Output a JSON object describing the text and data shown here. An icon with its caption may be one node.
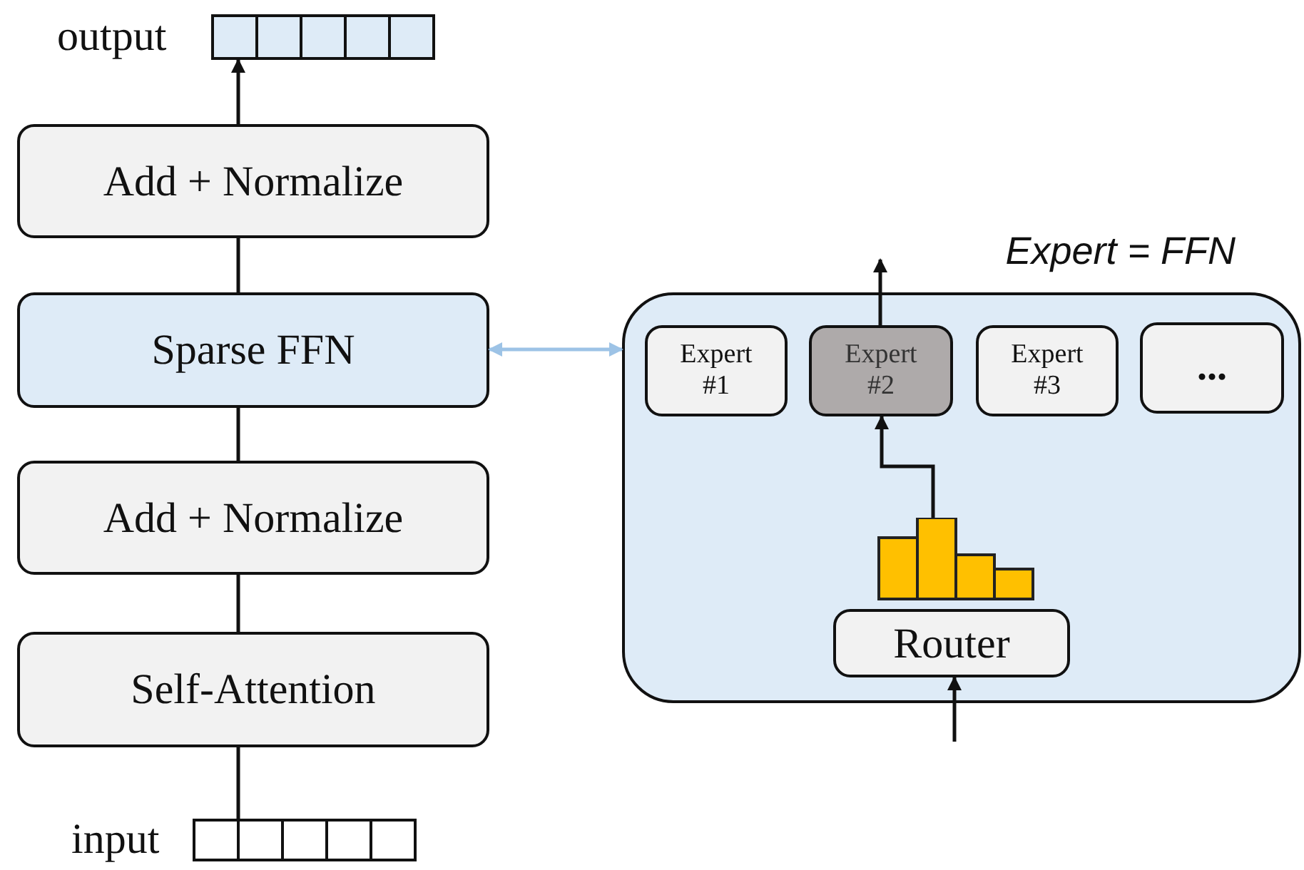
{
  "diagram": {
    "nodes": [
      {
        "text": [
          "output"
        ]
      },
      {
        "text": [
          "Add + Normalize"
        ]
      },
      {
        "text": [
          "Sparse FFN"
        ]
      },
      {
        "text": [
          "Add + Normalize"
        ]
      },
      {
        "text": [
          "Self-Attention"
        ]
      },
      {
        "text": [
          "input"
        ]
      },
      {
        "text": [
          "Expert = FFN"
        ]
      },
      {
        "text": [
          "Expert #1"
        ],
        "in": 6
      },
      {
        "text": [
          "Expert #2"
        ],
        "in": 6
      },
      {
        "text": [
          "Expert #3"
        ],
        "in": 6
      },
      {
        "text": [
          "..."
        ],
        "in": 6
      },
      {
        "text": [],
        "shape": "bar",
        "in": 6
      },
      {
        "text": [
          "Router"
        ],
        "in": 6
      }
    ],
    "edges": [
      {
        "from": 5,
        "to": 4,
        "arrow": "none"
      },
      {
        "from": 4,
        "to": 3,
        "arrow": "none"
      },
      {
        "from": 3,
        "to": 2,
        "arrow": "none"
      },
      {
        "from": 2,
        "to": 1,
        "arrow": "none"
      },
      {
        "from": 1,
        "to": 0,
        "arrow": "to"
      },
      {
        "from": 2,
        "to": 6,
        "arrow": "both",
        "color": "#9dc3e6"
      },
      {
        "from": 11,
        "to": 8,
        "arrow": "to"
      },
      {
        "from": 8,
        "to": null,
        "arrow": "to"
      },
      {
        "from": null,
        "to": 12,
        "arrow": "to"
      }
    ]
  }
}
